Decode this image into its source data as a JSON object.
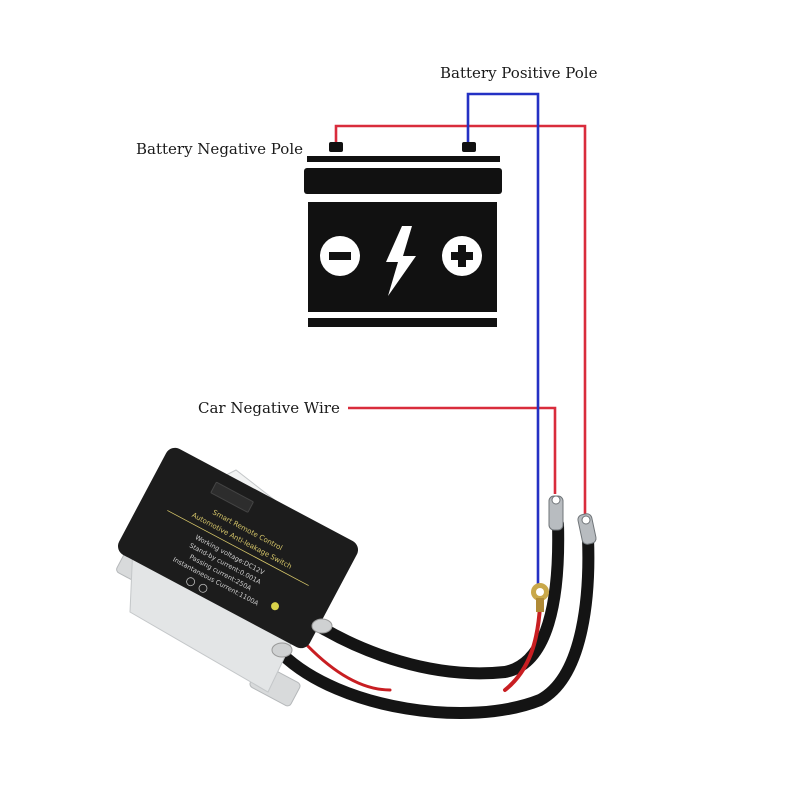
{
  "labels": {
    "battery_positive_pole": "Battery Positive Pole",
    "battery_negative_pole": "Battery Negative Pole",
    "car_negative_wire": "Car Negative Wire"
  },
  "device": {
    "line1": "Smart Remote Control",
    "line2": "Automotive Anti-leakage Switch",
    "line3": "Working voltage:DC12V",
    "line4": "Stand-by current:0.001A",
    "line5": "Passing current:250A",
    "line6": "Instantaneous Current:1100A"
  },
  "colors": {
    "positive_wire": "#2431c4",
    "negative_wire": "#d92c3c",
    "battery": "#111111",
    "cable": "#151515",
    "housing": "#e6e8e9"
  },
  "icons": [
    "battery-icon",
    "minus-icon",
    "plus-icon",
    "lightning-icon"
  ]
}
